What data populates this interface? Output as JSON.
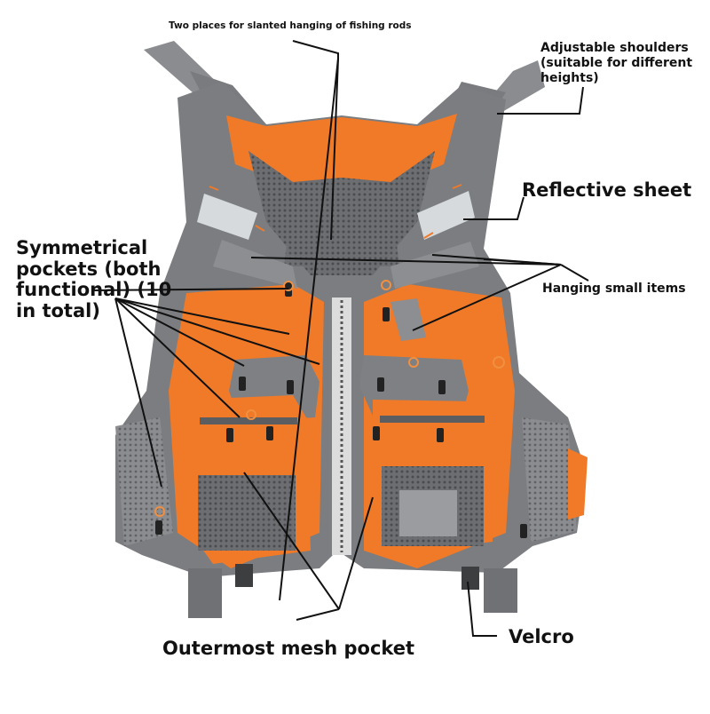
{
  "annotations": {
    "rods": "Two places for slanted hanging of fishing rods",
    "shoulders": "Adjustable shoulders\n(suitable for different\nheights)",
    "reflective": "Reflective sheet",
    "symmetrical": "Symmetrical\npockets (both\nfunctional) (10\nin total)",
    "hanging": "Hanging small items",
    "mesh_pocket": "Outermost mesh pocket",
    "velcro": "Velcro"
  },
  "colors": {
    "vest_orange": "#f07a28",
    "vest_gray": "#7b7d80",
    "vest_dark_gray": "#5b5d60",
    "mesh": "#6f7174",
    "strap": "#85878a",
    "reflective": "#d6dadc",
    "leader_line": "#111111"
  }
}
